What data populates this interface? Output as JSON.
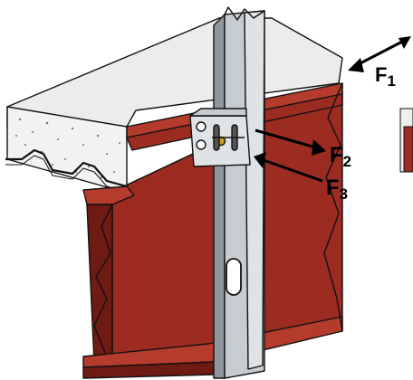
{
  "labels": {
    "f1": {
      "letter": "F",
      "sub": "1"
    },
    "f2": {
      "letter": "F",
      "sub": "2"
    },
    "f3": {
      "letter": "F",
      "sub": "3"
    }
  },
  "colors": {
    "beam_red": "#9c2b22",
    "beam_red_light": "#b53b2d",
    "beam_red_dark": "#6e1b14",
    "steel_gray": "#c8ccd0",
    "steel_light": "#dfe3e6",
    "steel_dark": "#8f969c",
    "concrete": "#ececec",
    "outline": "#111111"
  },
  "icons": [
    "force-arrow-icon",
    "double-arrow-icon",
    "bolt-icon",
    "slot-hole-icon"
  ]
}
